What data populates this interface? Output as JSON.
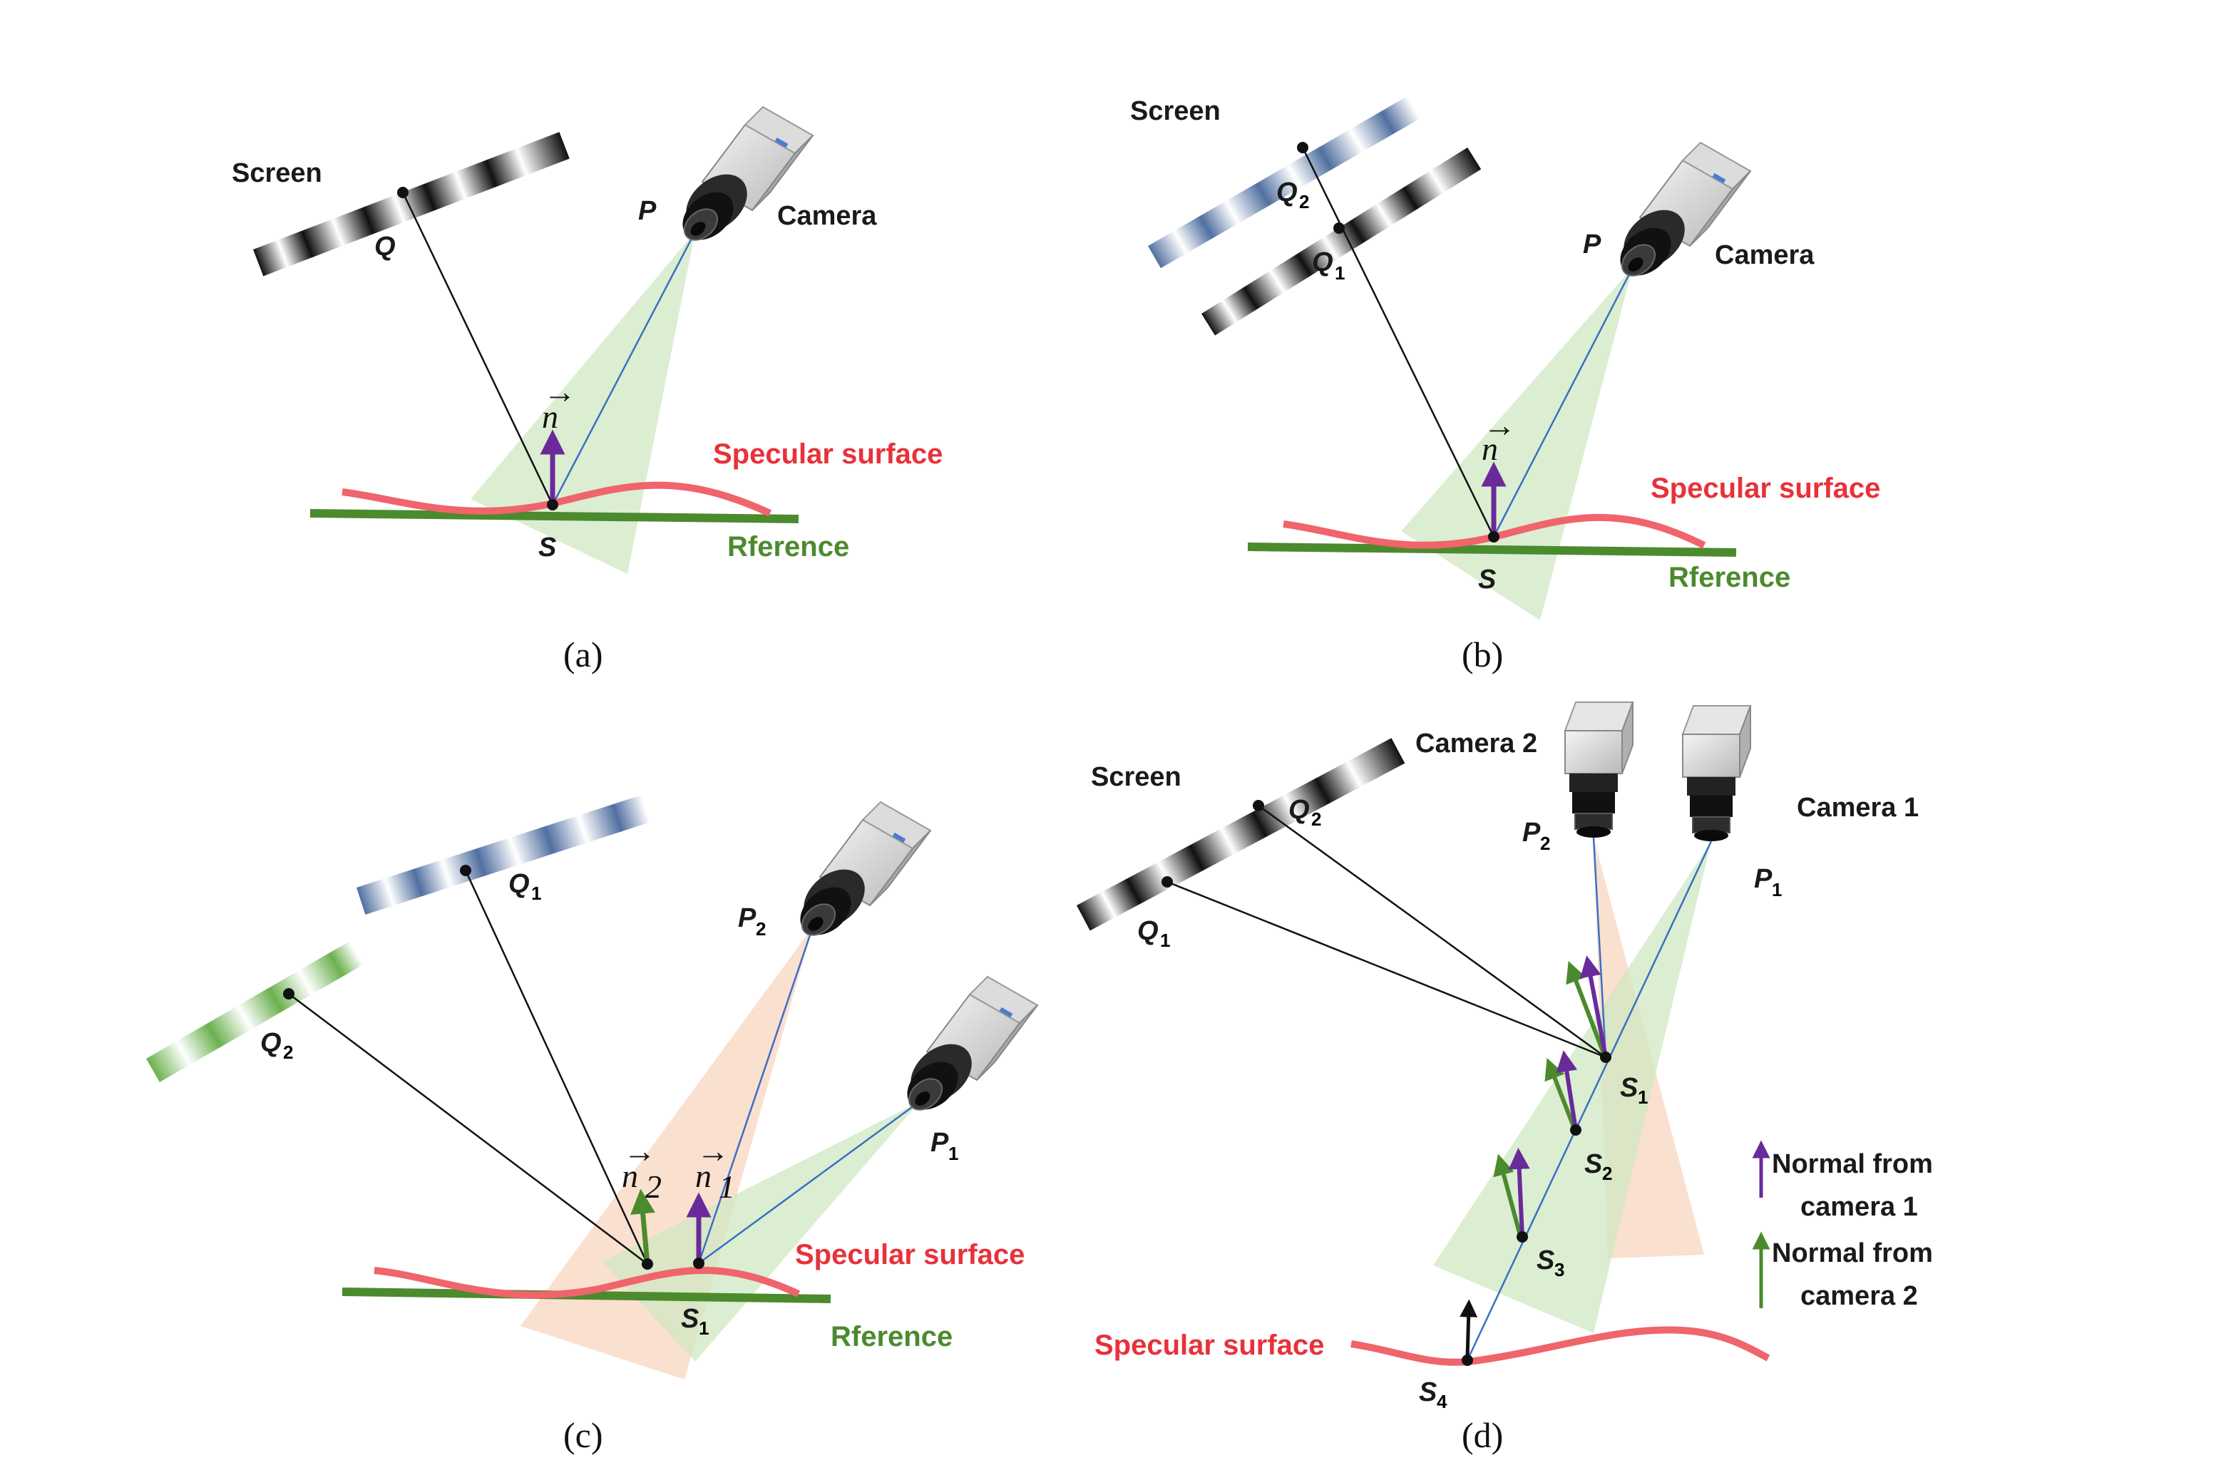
{
  "labels": {
    "screen": "Screen",
    "camera": "Camera",
    "camera1": "Camera 1",
    "camera2": "Camera 2",
    "specular": "Specular surface",
    "reference": "Rference",
    "P": "P",
    "Q": "Q",
    "S": "S",
    "n": "n",
    "sub1": "1",
    "sub2": "2",
    "sub3": "3",
    "sub4": "4"
  },
  "captions": [
    "(a)",
    "(b)",
    "(c)",
    "(d)"
  ],
  "legend": {
    "line1a": "Normal  from",
    "line1b": "camera 1",
    "line2a": "Normal  from",
    "line2b": "camera 2"
  },
  "colors": {
    "specular": "#e8313a",
    "reference": "#4c8a2e",
    "normal_cam1": "#6a2a9a",
    "normal_cam2": "#4c8a2e",
    "fov_green": "#cfe8c2",
    "fov_orange": "#f8d6bf",
    "ray_blue": "#3a6fc4"
  }
}
